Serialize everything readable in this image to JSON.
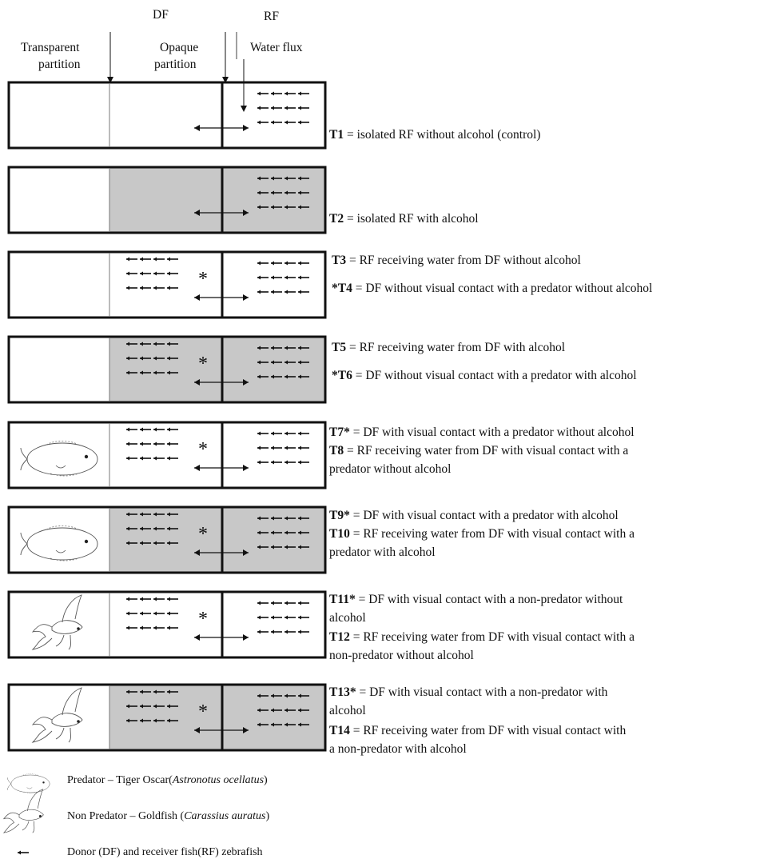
{
  "header": {
    "df_label": "DF",
    "rf_label": "RF",
    "transparent_label_1": "Transparent",
    "transparent_label_2": "partition",
    "opaque_label_1": "Opaque",
    "opaque_label_2": "partition",
    "water_flux_label": "Water flux"
  },
  "colors": {
    "opaque_fill": "#c8c8c8",
    "line": "#111111"
  },
  "tanks": [
    {
      "id": "t1",
      "df_shaded": false,
      "rf_shaded": false,
      "df_fish": false,
      "star": false,
      "outside": "none"
    },
    {
      "id": "t2",
      "df_shaded": true,
      "rf_shaded": true,
      "df_fish": false,
      "star": false,
      "outside": "none"
    },
    {
      "id": "t3",
      "df_shaded": false,
      "rf_shaded": false,
      "df_fish": true,
      "star": true,
      "outside": "none"
    },
    {
      "id": "t4",
      "df_shaded": true,
      "rf_shaded": true,
      "df_fish": true,
      "star": true,
      "outside": "none"
    },
    {
      "id": "t5",
      "df_shaded": false,
      "rf_shaded": false,
      "df_fish": true,
      "star": true,
      "outside": "predator"
    },
    {
      "id": "t6",
      "df_shaded": true,
      "rf_shaded": true,
      "df_fish": true,
      "star": true,
      "outside": "predator"
    },
    {
      "id": "t7",
      "df_shaded": false,
      "rf_shaded": false,
      "df_fish": true,
      "star": true,
      "outside": "goldfish"
    },
    {
      "id": "t8",
      "df_shaded": true,
      "rf_shaded": true,
      "df_fish": true,
      "star": true,
      "outside": "goldfish"
    }
  ],
  "captions": {
    "c1_code": "T1",
    "c1_text": " = isolated RF without alcohol (control)",
    "c2_code": "T2",
    "c2_text": " = isolated RF with alcohol",
    "c3_code": "T3",
    "c3_text": " = RF receiving water from DF without alcohol",
    "c4_code": "*T4",
    "c4_text": " = DF without visual contact with a predator without alcohol",
    "c5_code": "T5",
    "c5_text": " = RF receiving water from DF with alcohol",
    "c6_code": "*T6",
    "c6_text": " = DF without visual contact with a predator with alcohol",
    "c7_code": "T7*",
    "c7_text": " = DF with visual contact with a predator without alcohol",
    "c8_code": "T8",
    "c8_text": " = RF receiving water from DF with visual contact with a",
    "c8_text2": "predator without alcohol",
    "c9_code": "T9*",
    "c9_text": " = DF with visual contact with a predator with alcohol",
    "c10_code": "T10",
    "c10_text": " = RF receiving water from DF with visual contact with a",
    "c10_text2": "predator with alcohol",
    "c11_code": "T11*",
    "c11_text": " = DF with visual contact with a non-predator without",
    "c11_text2": "alcohol",
    "c12_code": "T12",
    "c12_text": " = RF receiving water from DF with visual contact with a",
    "c12_text2": "non-predator without alcohol",
    "c13_code": "T13*",
    "c13_text": " = DF with visual contact with a non-predator with",
    "c13_text2": "alcohol",
    "c14_code": "T14",
    "c14_text": " = RF receiving water from DF with visual contact with",
    "c14_text2": "a non-predator with alcohol"
  },
  "legend": {
    "predator_prefix": "Predator – Tiger Oscar(",
    "predator_species": "Astronotus ocellatus",
    "predator_suffix": ")",
    "nonpredator_prefix": "Non Predator – Goldfish (",
    "nonpredator_species": "Carassius auratus",
    "nonpredator_suffix": ")",
    "zebrafish_text": "Donor (DF) and receiver fish(RF) zebrafish"
  },
  "star_symbol": "*"
}
